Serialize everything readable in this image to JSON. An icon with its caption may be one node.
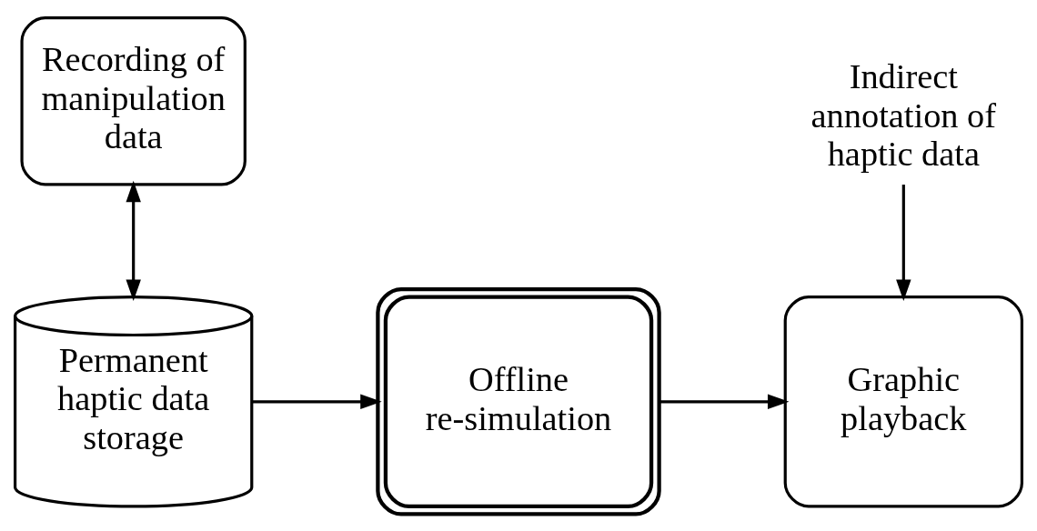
{
  "diagram": {
    "nodes": [
      {
        "text": [
          "Recording of manipulation data"
        ]
      },
      {
        "text": [
          "Permanent haptic data storage"
        ]
      },
      {
        "text": [
          "Offline re-simulation"
        ]
      },
      {
        "text": [
          "Graphic playback"
        ]
      },
      {
        "text": [
          "Indirect annotation of haptic data"
        ]
      }
    ],
    "edges": [
      {
        "from": 0,
        "to": 1,
        "arrow": "both"
      },
      {
        "from": 1,
        "to": 2,
        "arrow": "to"
      },
      {
        "from": 2,
        "to": 3,
        "arrow": "to"
      },
      {
        "from": 4,
        "to": 3,
        "arrow": "to"
      }
    ]
  }
}
